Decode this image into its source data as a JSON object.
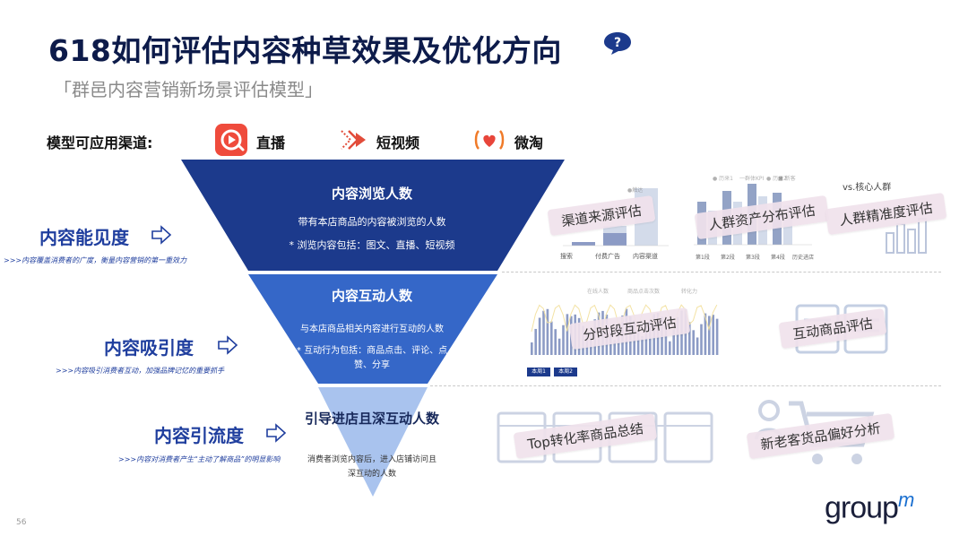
{
  "header": {
    "title": "618如何评估内容种草效果及优化方向",
    "subtitle": "「群邑内容营销新场景评估模型」"
  },
  "channels": {
    "label": "模型可应用渠道:",
    "items": [
      {
        "label": "直播",
        "icon": "live-stream-icon",
        "color": "#ef4b3c"
      },
      {
        "label": "短视频",
        "icon": "short-video-icon",
        "color": "#e24c3a"
      },
      {
        "label": "微淘",
        "icon": "weitao-icon",
        "color": "#f07a28"
      }
    ]
  },
  "funnel": {
    "level1": {
      "title": "内容浏览人数",
      "desc": "带有本店商品的内容被浏览的人数",
      "note": "* 浏览内容包括：图文、直播、短视频"
    },
    "level2": {
      "title": "内容互动人数",
      "desc": "与本店商品相关内容进行互动的人数",
      "note": "* 互动行为包括：商品点击、评论、点赞、分享"
    },
    "level3": {
      "title": "引导进店且深互动人数",
      "desc": "消费者浏览内容后，进入店铺访问且深互动的人数"
    },
    "colors": {
      "level1": "#1c3a8c",
      "level2": "#3567c8",
      "level3": "#a9c3ee"
    }
  },
  "metrics": [
    {
      "label": "内容能见度",
      "note": ">>>内容覆盖消费者的广度，衡量内容营销的第一重效力"
    },
    {
      "label": "内容吸引度",
      "note": ">>>内容吸引消费者互动，加强品牌记忆的重要抓手"
    },
    {
      "label": "内容引流度",
      "note": ">>>内容对消费者产生“主动了解商品”的明显影响"
    }
  ],
  "evaluations": {
    "row1": [
      "渠道来源评估",
      "人群资产分布评估",
      "人群精准度评估"
    ],
    "row2": [
      "分时段互动评估",
      "互动商品评估"
    ],
    "row3": [
      "Top转化率商品总结",
      "新老客货品偏好分析"
    ],
    "vs_label": "vs.核心人群",
    "channel_chart": {
      "categories": [
        "搜索",
        "付费广告",
        "内容渠道"
      ],
      "legend": "●触达"
    },
    "audience_chart": {
      "categories": [
        "第1段",
        "第2段",
        "第3段",
        "第4段",
        "历史进店"
      ],
      "legend": [
        "● 历来1",
        "一群体KPI",
        "● 历来2",
        "■ 新客"
      ]
    },
    "hourly_chart": {
      "legend": [
        "在线人数",
        "商品点击次数",
        "转化力"
      ],
      "weeks": [
        "本周1",
        "本周2"
      ]
    }
  },
  "footer": {
    "page_number": "56",
    "logo_main": "group",
    "logo_sup": "m"
  }
}
